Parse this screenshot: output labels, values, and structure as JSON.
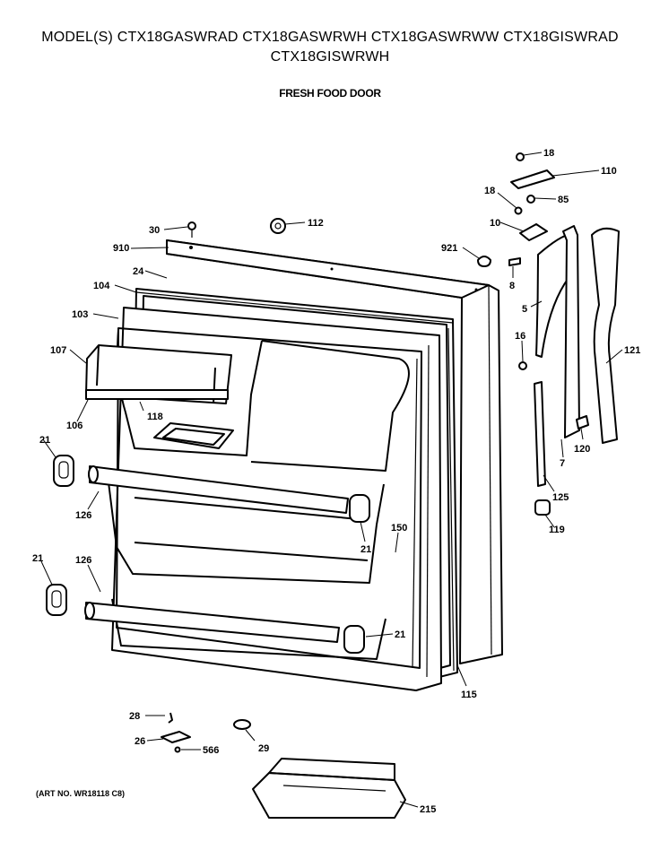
{
  "header": {
    "models_line1": "MODEL(S) CTX18GASWRAD  CTX18GASWRWH  CTX18GASWRWW  CTX18GISWRAD",
    "models_line2": "CTX18GISWRWH",
    "section_title": "FRESH FOOD DOOR"
  },
  "footer": {
    "art_number": "(ART NO. WR18118 C8)"
  },
  "callouts": {
    "c18a": "18",
    "c110": "110",
    "c18b": "18",
    "c85": "85",
    "c10": "10",
    "c30": "30",
    "c112": "112",
    "c910": "910",
    "c921": "921",
    "c24": "24",
    "c8": "8",
    "c104": "104",
    "c5": "5",
    "c103": "103",
    "c16": "16",
    "c121": "121",
    "c107": "107",
    "c118": "118",
    "c106": "106",
    "c21a": "21",
    "c120": "120",
    "c7": "7",
    "c125": "125",
    "c126a": "126",
    "c119": "119",
    "c150": "150",
    "c21b": "21",
    "c21c": "21",
    "c126b": "126",
    "c21d": "21",
    "c115": "115",
    "c28": "28",
    "c26": "26",
    "c566": "566",
    "c29": "29",
    "c215": "215"
  }
}
